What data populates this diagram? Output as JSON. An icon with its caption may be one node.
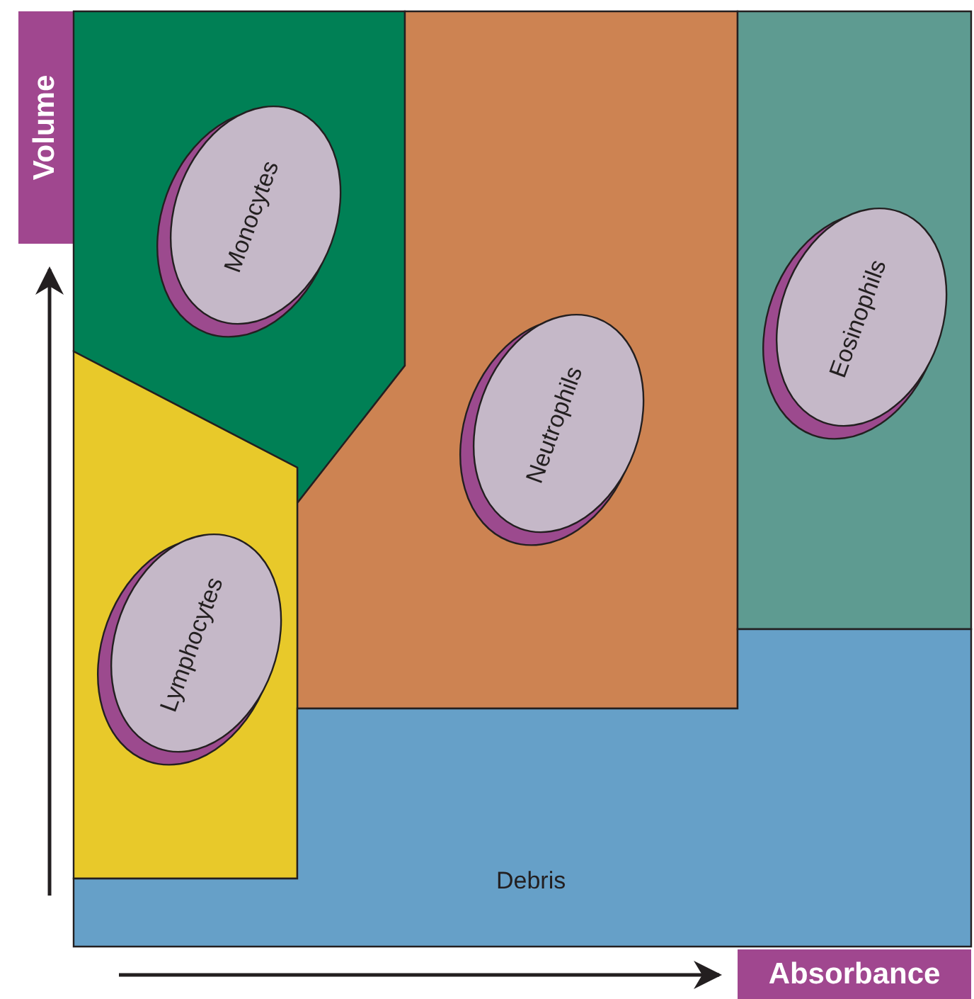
{
  "diagram": {
    "nodes": [
      {
        "text": [
          "Volume"
        ]
      },
      {
        "text": [
          "Monocytes"
        ]
      },
      {
        "text": [
          "Neutrophils"
        ]
      },
      {
        "text": [
          "Eosinophils"
        ]
      },
      {
        "text": [
          "Lymphocytes"
        ]
      },
      {
        "text": [
          "Debris"
        ]
      },
      {
        "text": [
          "Absorbance"
        ]
      }
    ],
    "edges": []
  }
}
